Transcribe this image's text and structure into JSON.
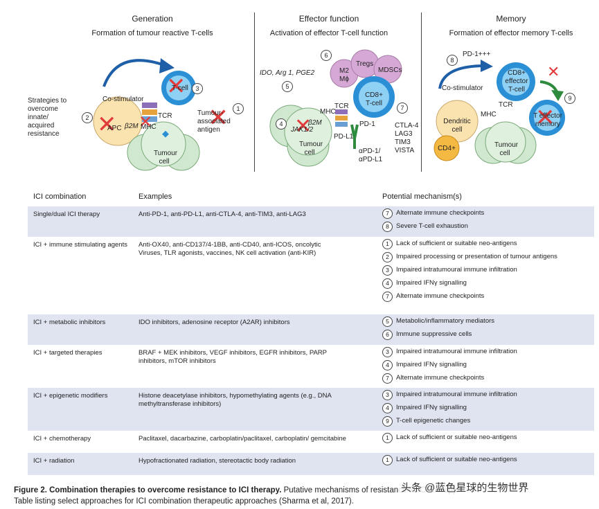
{
  "panels": [
    {
      "title": "Generation",
      "subtitle": "Formation of tumour reactive T-cells"
    },
    {
      "title": "Effector function",
      "subtitle": "Activation of effector T-cell function"
    },
    {
      "title": "Memory",
      "subtitle": "Formation of effector memory T-cells"
    }
  ],
  "diagram": {
    "strategies": "Strategies to overcome innate/ acquired resistance",
    "tcell": "T-cell",
    "co_stimulator": "Co-stimulator",
    "apc": "APC",
    "b2m": "β2M",
    "mhc": "MHC",
    "tcr": "TCR",
    "tumour_antigen": "Tumour-associated antigen",
    "tumour_cell": "Tumour cell",
    "ido": "IDO, Arg 1, PGE2",
    "m2": "M2 Mϕ",
    "tregs": "Tregs",
    "mdscs": "MDSCs",
    "cd8": "CD8+ T-cell",
    "pd1": "PD-1",
    "pdl1": "PD-L1",
    "jak": "JAK1/2",
    "b2m2": "β2M",
    "apd": "αPD-1/ αPD-L1",
    "checkpoints": "CTLA-4 LAG3 TIM3 VISTA",
    "pd1ppp": "PD-1+++",
    "cd8eff": "CD8+ effector T-cell",
    "dendritic": "Dendritic cell",
    "cd4": "CD4+",
    "teffmem": "T effector memory",
    "numbers": [
      "1",
      "2",
      "3",
      "4",
      "5",
      "6",
      "7",
      "8",
      "9"
    ]
  },
  "table": {
    "headers": [
      "ICI combination",
      "Examples",
      "Potential mechanism(s)"
    ],
    "rows": [
      {
        "combo": "Single/dual ICI therapy",
        "examples": "Anti-PD-1, anti-PD-L1, anti-CTLA-4, anti-TIM3, anti-LAG3",
        "mech": [
          {
            "n": "7",
            "t": "Alternate immune checkpoints"
          },
          {
            "n": "8",
            "t": "Severe T-cell exhaustion"
          }
        ]
      },
      {
        "combo": "ICI + immune stimulating agents",
        "examples": "Anti-OX40, anti-CD137/4-1BB, anti-CD40, anti-ICOS, oncolytic Viruses, TLR agonists, vaccines, NK cell activation (anti-KIR)",
        "mech": [
          {
            "n": "1",
            "t": "Lack of sufficient or suitable neo-antigens"
          },
          {
            "n": "2",
            "t": "Impaired processing or presentation of tumour antigens"
          },
          {
            "n": "3",
            "t": "Impaired intratumoural immune infiltration"
          },
          {
            "n": "4",
            "t": "Impaired IFNγ signalling"
          },
          {
            "n": "7",
            "t": "Alternate immune checkpoints"
          }
        ]
      },
      {
        "combo": "ICI + metabolic inhibitors",
        "examples": "IDO inhibitors, adenosine receptor (A2AR) inhibitors",
        "mech": [
          {
            "n": "5",
            "t": "Metabolic/inflammatory mediators"
          },
          {
            "n": "6",
            "t": "Immune suppressive cells"
          }
        ]
      },
      {
        "combo": "ICI + targeted therapies",
        "examples": "BRAF + MEK inhibitors, VEGF inhibitors, EGFR inhibitors, PARP inhibitors, mTOR inhibitors",
        "mech": [
          {
            "n": "3",
            "t": "Impaired intratumoural immune infiltration"
          },
          {
            "n": "4",
            "t": "Impaired IFNγ signalling"
          },
          {
            "n": "7",
            "t": "Alternate immune checkpoints"
          }
        ]
      },
      {
        "combo": "ICI + epigenetic modifiers",
        "examples": "Histone deacetylase inhibitors, hypomethylating agents (e.g., DNA methyltransferase inhibitors)",
        "mech": [
          {
            "n": "3",
            "t": "Impaired intratumoural immune infiltration"
          },
          {
            "n": "4",
            "t": "Impaired IFNγ signalling"
          },
          {
            "n": "9",
            "t": "T-cell epigenetic changes"
          }
        ]
      },
      {
        "combo": "ICI + chemotherapy",
        "examples": "Paclitaxel, dacarbazine, carboplatin/paclitaxel, carboplatin/ gemcitabine",
        "mech": [
          {
            "n": "1",
            "t": "Lack of sufficient or suitable neo-antigens"
          }
        ]
      },
      {
        "combo": "ICI + radiation",
        "examples": "Hypofractionated radiation, stereotactic body radiation",
        "mech": [
          {
            "n": "1",
            "t": "Lack of sufficient or suitable neo-antigens"
          }
        ]
      }
    ]
  },
  "caption": {
    "bold": "Figure 2. Combination therapies to overcome resistance to ICI therapy.",
    "rest": " Putative mechanisms of resistance to ICI therapy.",
    "line2": "Table listing select approaches for ICI combination therapeutic approaches (Sharma et al, 2017)."
  },
  "watermark": "头条 @蓝色星球的生物世界",
  "colors": {
    "row_shade": "#dfe4f0",
    "cross": "#e23b3b",
    "arrow": "#1f5fa8",
    "tumour": "#cfe8cf",
    "tcell": "#2b8fd6",
    "apc": "#fbe3b0"
  }
}
